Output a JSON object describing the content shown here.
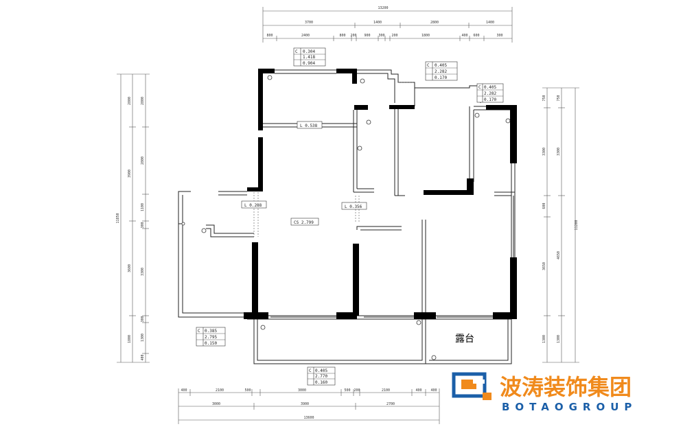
{
  "top_dims": {
    "overall": "13200",
    "row2": [
      "3700",
      "1400",
      "2800",
      "1400"
    ],
    "row3": [
      "800",
      "2400",
      "800",
      "200",
      "900",
      "300",
      "200",
      "1800",
      "400",
      "600",
      "300"
    ]
  },
  "bottom_dims": {
    "row1": [
      "400",
      "2100",
      "500",
      "3000",
      "500",
      "200",
      "2100",
      "400",
      "400"
    ],
    "row2": [
      "3000",
      "3900",
      "2700"
    ],
    "overall": "13600"
  },
  "left_dims": {
    "overall": "11850",
    "col1": [
      "2800",
      "3900",
      "3600",
      "1800"
    ],
    "col2": [
      "2800",
      "2800",
      "1100",
      "300",
      "3300",
      "300",
      "1300",
      "400"
    ]
  },
  "right_dims": {
    "overall": "11200",
    "col1": [
      "750",
      "3300",
      "600",
      "3650",
      "1300"
    ],
    "col2": [
      "750",
      "3300",
      "4650",
      "1300"
    ]
  },
  "annotations": {
    "box_top": [
      "C",
      "0.304",
      "1.418",
      "0.904"
    ],
    "box_top2": [
      "C",
      "0.405",
      "2.282",
      "0.170"
    ],
    "box_right": [
      "C",
      "0.405",
      "2.282",
      "0.170"
    ],
    "box_bottom_left": [
      "C",
      "0.385",
      "2.795",
      "0.150"
    ],
    "box_bottom_mid": [
      "C",
      "0.405",
      "2.770",
      "0.160"
    ],
    "level_mid": "L 0.538",
    "level_left": "L 0.288",
    "level_center": "L 0.356",
    "level_living": "CS 2.799"
  },
  "room_label": "露台",
  "brand": {
    "name_cn": "波涛装饰集团",
    "name_en": "BOTAOGROUP",
    "colors": {
      "orange": "#f08a1c",
      "blue": "#1b5fa8"
    }
  }
}
